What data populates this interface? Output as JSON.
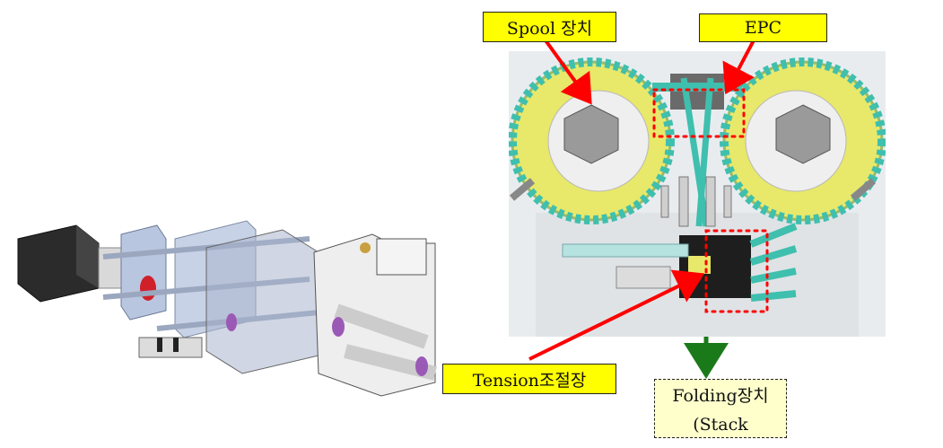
{
  "labels": {
    "spool": "Spool 장치",
    "epc": "EPC",
    "tension": "Tension조절장",
    "folding_line1": "Folding장치",
    "folding_line2": "(Stack"
  },
  "colors": {
    "label_fill": "#ffff00",
    "folding_fill": "#ffffcc",
    "arrow_red": "#ff0000",
    "arrow_green": "#1a7a1a",
    "highlight_dots": "#ff0000",
    "film_teal": "#3fbfae",
    "spool_yellow": "#e8e86a"
  }
}
